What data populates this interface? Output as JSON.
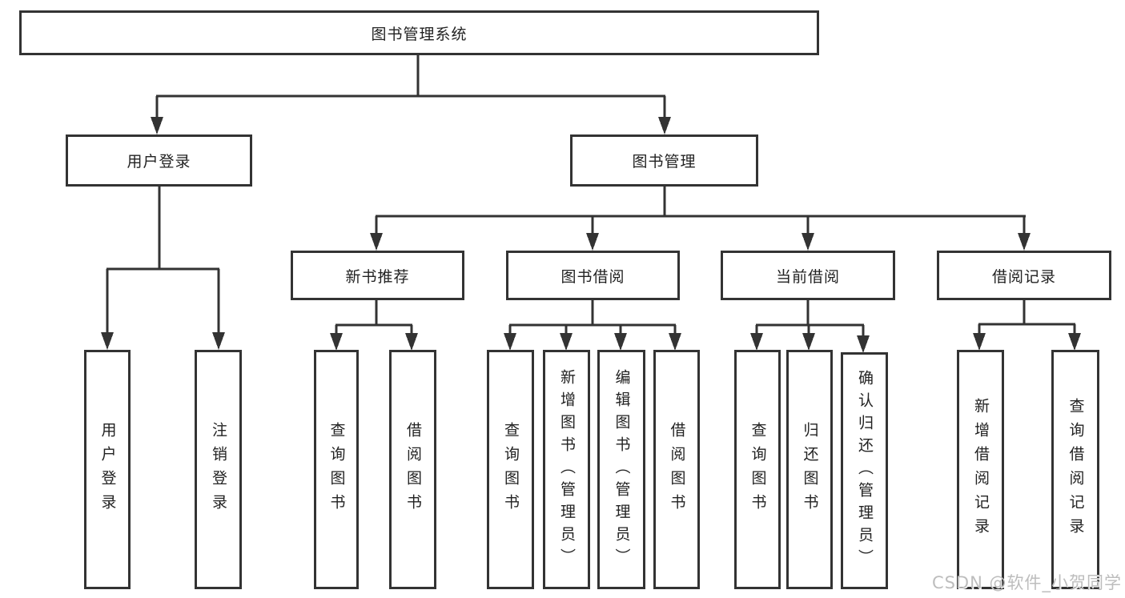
{
  "tree": {
    "root": {
      "label": "图书管理系统"
    },
    "branches": [
      {
        "label": "用户登录",
        "children": [
          {
            "label": "用户登录"
          },
          {
            "label": "注销登录"
          }
        ]
      },
      {
        "label": "图书管理",
        "children": [
          {
            "label": "新书推荐",
            "children": [
              {
                "label": "查询图书"
              },
              {
                "label": "借阅图书"
              }
            ]
          },
          {
            "label": "图书借阅",
            "children": [
              {
                "label": "查询图书"
              },
              {
                "label": "新增图书（管理员）"
              },
              {
                "label": "编辑图书（管理员）"
              },
              {
                "label": "借阅图书"
              }
            ]
          },
          {
            "label": "当前借阅",
            "children": [
              {
                "label": "查询图书"
              },
              {
                "label": "归还图书"
              },
              {
                "label": "确认归还（管理员）"
              }
            ]
          },
          {
            "label": "借阅记录",
            "children": [
              {
                "label": "新增借阅记录"
              },
              {
                "label": "查询借阅记录"
              }
            ]
          }
        ]
      }
    ]
  },
  "watermark": {
    "text": "CSDN @软件_小贺同学"
  },
  "colors": {
    "line": "#333333",
    "text": "#222222",
    "watermark": "#bdbdbd",
    "background": "#ffffff"
  }
}
